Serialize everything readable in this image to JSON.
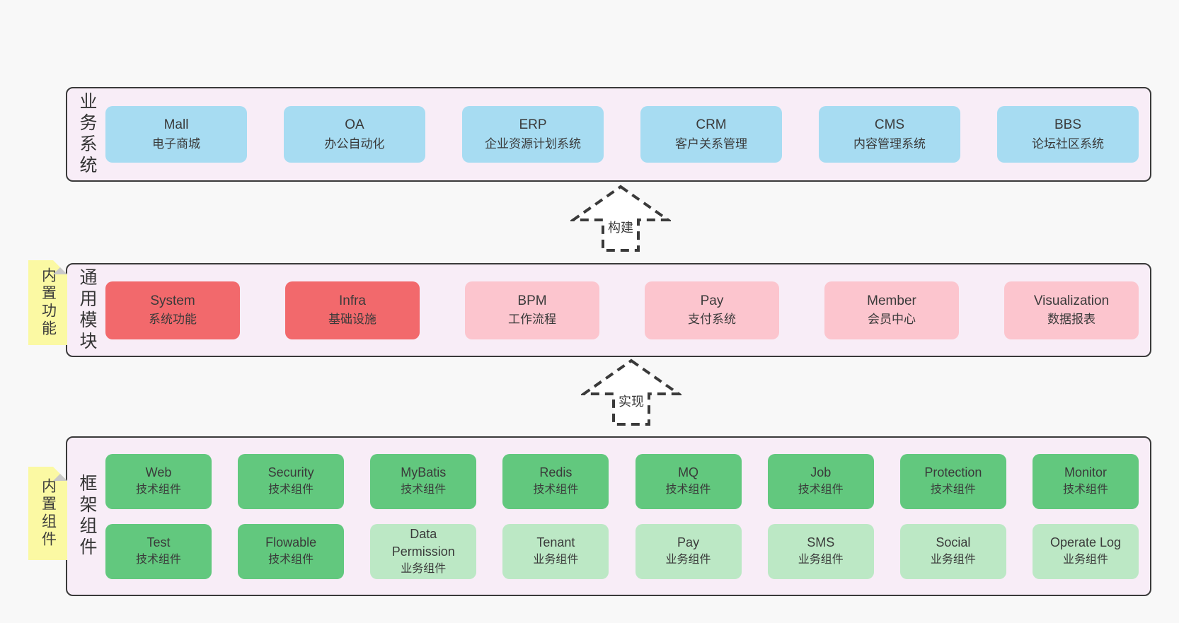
{
  "palette": {
    "page_bg": "#f8f8f8",
    "band_bg": "#f8edf7",
    "band_border": "#3a3a3a",
    "text": "#3a3a3a",
    "blue": "#a7dcf2",
    "red": "#f2696c",
    "pink": "#fcc5ce",
    "green": "#62c87e",
    "light_green": "#bce8c5",
    "note_yellow": "#fbf9a3",
    "note_fold": "#c9c9c9"
  },
  "arrows": [
    {
      "label": "构建"
    },
    {
      "label": "实现"
    }
  ],
  "bands": [
    {
      "id": "business-systems",
      "label": "业务系统",
      "rows": [
        [
          {
            "en": "Mall",
            "zh": "电子商城",
            "color": "blue"
          },
          {
            "en": "OA",
            "zh": "办公自动化",
            "color": "blue"
          },
          {
            "en": "ERP",
            "zh": "企业资源计划系统",
            "color": "blue"
          },
          {
            "en": "CRM",
            "zh": "客户关系管理",
            "color": "blue"
          },
          {
            "en": "CMS",
            "zh": "内容管理系统",
            "color": "blue"
          },
          {
            "en": "BBS",
            "zh": "论坛社区系统",
            "color": "blue"
          }
        ]
      ]
    },
    {
      "id": "common-modules",
      "label": "通用模块",
      "note": "内置功能",
      "rows": [
        [
          {
            "en": "System",
            "zh": "系统功能",
            "color": "red"
          },
          {
            "en": "Infra",
            "zh": "基础设施",
            "color": "red"
          },
          {
            "en": "BPM",
            "zh": "工作流程",
            "color": "pink"
          },
          {
            "en": "Pay",
            "zh": "支付系统",
            "color": "pink"
          },
          {
            "en": "Member",
            "zh": "会员中心",
            "color": "pink"
          },
          {
            "en": "Visualization",
            "zh": "数据报表",
            "color": "pink"
          }
        ]
      ]
    },
    {
      "id": "framework-components",
      "label": "框架组件",
      "note": "内置组件",
      "rows": [
        [
          {
            "en": "Web",
            "zh": "技术组件",
            "color": "green"
          },
          {
            "en": "Security",
            "zh": "技术组件",
            "color": "green"
          },
          {
            "en": "MyBatis",
            "zh": "技术组件",
            "color": "green"
          },
          {
            "en": "Redis",
            "zh": "技术组件",
            "color": "green"
          },
          {
            "en": "MQ",
            "zh": "技术组件",
            "color": "green"
          },
          {
            "en": "Job",
            "zh": "技术组件",
            "color": "green"
          },
          {
            "en": "Protection",
            "zh": "技术组件",
            "color": "green"
          },
          {
            "en": "Monitor",
            "zh": "技术组件",
            "color": "green"
          }
        ],
        [
          {
            "en": "Test",
            "zh": "技术组件",
            "color": "green"
          },
          {
            "en": "Flowable",
            "zh": "技术组件",
            "color": "green"
          },
          {
            "en": "Data Permission",
            "zh": "业务组件",
            "color": "light_green"
          },
          {
            "en": "Tenant",
            "zh": "业务组件",
            "color": "light_green"
          },
          {
            "en": "Pay",
            "zh": "业务组件",
            "color": "light_green"
          },
          {
            "en": "SMS",
            "zh": "业务组件",
            "color": "light_green"
          },
          {
            "en": "Social",
            "zh": "业务组件",
            "color": "light_green"
          },
          {
            "en": "Operate Log",
            "zh": "业务组件",
            "color": "light_green"
          }
        ]
      ]
    }
  ]
}
